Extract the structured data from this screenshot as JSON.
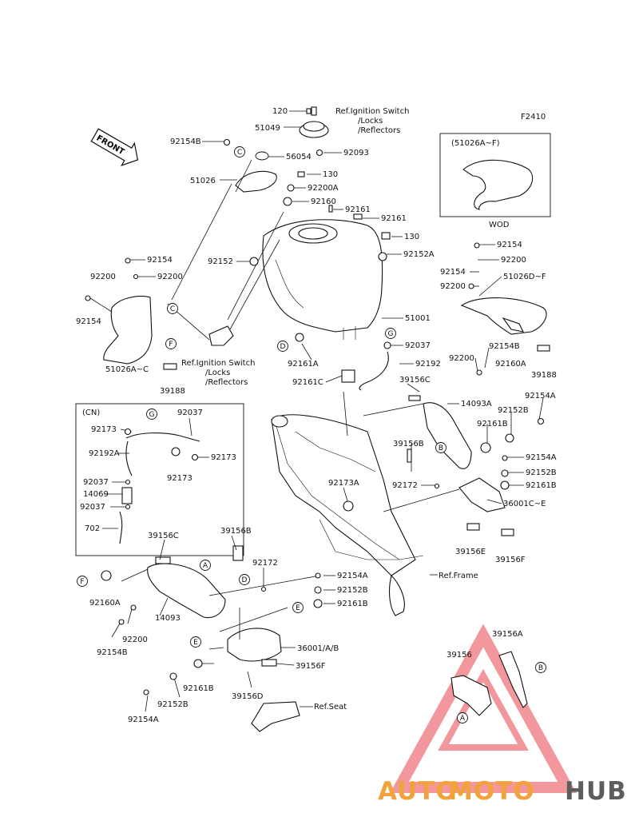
{
  "diagram": {
    "code": "F2410",
    "front_arrow_label": "FRONT",
    "inset_wod_variant": "(51026A~F)",
    "inset_wod_label": "WOD",
    "inset_cn_label": "(CN)",
    "ref_labels": {
      "ign1": "Ref.Ignition Switch",
      "ign1_b": "/Locks",
      "ign1_c": "/Reflectors",
      "ign2": "Ref.Ignition Switch",
      "ign2_b": "/Locks",
      "ign2_c": "/Reflectors",
      "frame": "Ref.Frame",
      "seat": "Ref.Seat"
    },
    "part_numbers": {
      "p120a": "120",
      "p51049": "51049",
      "p92093": "92093",
      "p56054": "56054",
      "p130a": "130",
      "p92200a_top": "92200A",
      "p92160": "92160",
      "p92161_a": "92161",
      "p92161_b": "92161",
      "p130b": "130",
      "p92152a": "92152A",
      "p92154b_top": "92154B",
      "p51026": "51026",
      "p92152": "92152",
      "p92154_l": "92154",
      "p92200_l1": "92200",
      "p92200_l2": "92200",
      "p92154_l2": "92154",
      "p51026ac": "51026A~C",
      "p39188_l": "39188",
      "p92154_r": "92154",
      "p92200_r": "92200",
      "p92154_r2": "92154",
      "p92200_r2": "92200",
      "p51026df": "51026D~F",
      "p92160a_r": "92160A",
      "p39188_r": "39188",
      "p51001": "51001",
      "p92037_m": "92037",
      "p92161a": "92161A",
      "p92192_m": "92192",
      "p92161c": "92161C",
      "p39156c_r": "39156C",
      "p14093a": "14093A",
      "p92200_r3": "92200",
      "p92154b_r": "92154B",
      "p92154a_r": "92154A",
      "p92152b_r": "92152B",
      "p92161b_r": "92161B",
      "p39156b_r": "39156B",
      "p92172_r": "92172",
      "p92154a_r2": "92154A",
      "p92152b_r2": "92152B",
      "p92161b_r2": "92161B",
      "p36001ce": "36001C~E",
      "p39156e": "39156E",
      "p39156f_r": "39156F",
      "p92173a": "92173A",
      "cn_92037a": "92037",
      "cn_92173a": "92173",
      "cn_92192a": "92192A",
      "cn_92173b": "92173",
      "cn_92173c": "92173",
      "cn_92037b": "92037",
      "cn_14069": "14069",
      "cn_92037c": "92037",
      "cn_702": "702",
      "p39156c_l": "39156C",
      "p39156b_l": "39156B",
      "p92172_l": "92172",
      "p92160a_l": "92160A",
      "p14093": "14093",
      "p92200_l3": "92200",
      "p92154b_l": "92154B",
      "p92154a_m": "92154A",
      "p92152b_m": "92152B",
      "p92161b_m": "92161B",
      "p36001ab": "36001/A/B",
      "p39156f_l": "39156F",
      "p92161b_l": "92161B",
      "p39156d": "39156D",
      "p92152b_l": "92152B",
      "p92154a_l": "92154A",
      "p39156_br": "39156",
      "p39156a_br": "39156A"
    },
    "callouts": {
      "C": "C",
      "D": "D",
      "E": "E",
      "F": "F",
      "G": "G",
      "A": "A",
      "B": "B"
    }
  },
  "watermark": {
    "auto": "AUTO",
    "moto": "MOTO",
    "hub": "HUB",
    "accent_color": "#f2a23a",
    "gray_color": "#5d5d5d",
    "triangle_color": "#e8434a"
  }
}
